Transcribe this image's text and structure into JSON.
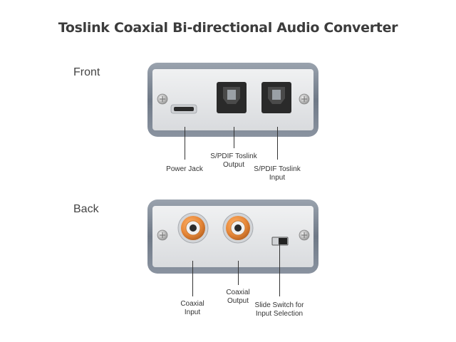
{
  "title": "Toslink Coaxial Bi-directional Audio Converter",
  "front": {
    "label": "Front",
    "callouts": {
      "power_jack": "Power Jack",
      "toslink_output_line1": "S/PDIF Toslink",
      "toslink_output_line2": "Output",
      "toslink_input_line1": "S/PDIF Toslink",
      "toslink_input_line2": "Input"
    }
  },
  "back": {
    "label": "Back",
    "callouts": {
      "coax_input_line1": "Coaxial",
      "coax_input_line2": "Input",
      "coax_output_line1": "Coaxial",
      "coax_output_line2": "Output",
      "switch_line1": "Slide Switch for",
      "switch_line2": "Input Selection"
    }
  },
  "colors": {
    "shell": "#7b8593",
    "faceplate": "#e6e7e9",
    "rca_orange": "#e8893a",
    "toslink_port": "#2a2a2a"
  }
}
